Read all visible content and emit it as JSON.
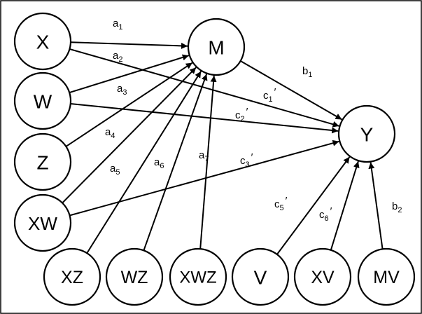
{
  "nodes": [
    {
      "id": "X",
      "label": "X"
    },
    {
      "id": "W",
      "label": "W"
    },
    {
      "id": "Z",
      "label": "Z"
    },
    {
      "id": "XW",
      "label": "XW"
    },
    {
      "id": "M",
      "label": "M"
    },
    {
      "id": "Y",
      "label": "Y"
    },
    {
      "id": "XZ",
      "label": "XZ"
    },
    {
      "id": "WZ",
      "label": "WZ"
    },
    {
      "id": "XWZ",
      "label": "XWZ"
    },
    {
      "id": "V",
      "label": "V"
    },
    {
      "id": "XV",
      "label": "XV"
    },
    {
      "id": "MV",
      "label": "MV"
    }
  ],
  "edges": [
    {
      "id": "a1",
      "from": "X",
      "to": "M",
      "label": "a",
      "sub": "1",
      "prime": false
    },
    {
      "id": "a2",
      "from": "W",
      "to": "M",
      "label": "a",
      "sub": "2",
      "prime": false
    },
    {
      "id": "a3",
      "from": "Z",
      "to": "M",
      "label": "a",
      "sub": "3",
      "prime": false
    },
    {
      "id": "a4",
      "from": "XW",
      "to": "M",
      "label": "a",
      "sub": "4",
      "prime": false
    },
    {
      "id": "a5",
      "from": "XZ",
      "to": "M",
      "label": "a",
      "sub": "5",
      "prime": false
    },
    {
      "id": "a6",
      "from": "WZ",
      "to": "M",
      "label": "a",
      "sub": "6",
      "prime": false
    },
    {
      "id": "a7",
      "from": "XWZ",
      "to": "M",
      "label": "a",
      "sub": "7",
      "prime": false
    },
    {
      "id": "b1",
      "from": "M",
      "to": "Y",
      "label": "b",
      "sub": "1",
      "prime": false
    },
    {
      "id": "b2",
      "from": "MV",
      "to": "Y",
      "label": "b",
      "sub": "2",
      "prime": false
    },
    {
      "id": "c1",
      "from": "X",
      "to": "Y",
      "label": "c",
      "sub": "1",
      "prime": true
    },
    {
      "id": "c2",
      "from": "W",
      "to": "Y",
      "label": "c",
      "sub": "2",
      "prime": true
    },
    {
      "id": "c3",
      "from": "XW",
      "to": "Y",
      "label": "c",
      "sub": "3",
      "prime": true
    },
    {
      "id": "c5",
      "from": "V",
      "to": "Y",
      "label": "c",
      "sub": "5",
      "prime": true
    },
    {
      "id": "c6",
      "from": "XV",
      "to": "Y",
      "label": "c",
      "sub": "6",
      "prime": true
    }
  ]
}
